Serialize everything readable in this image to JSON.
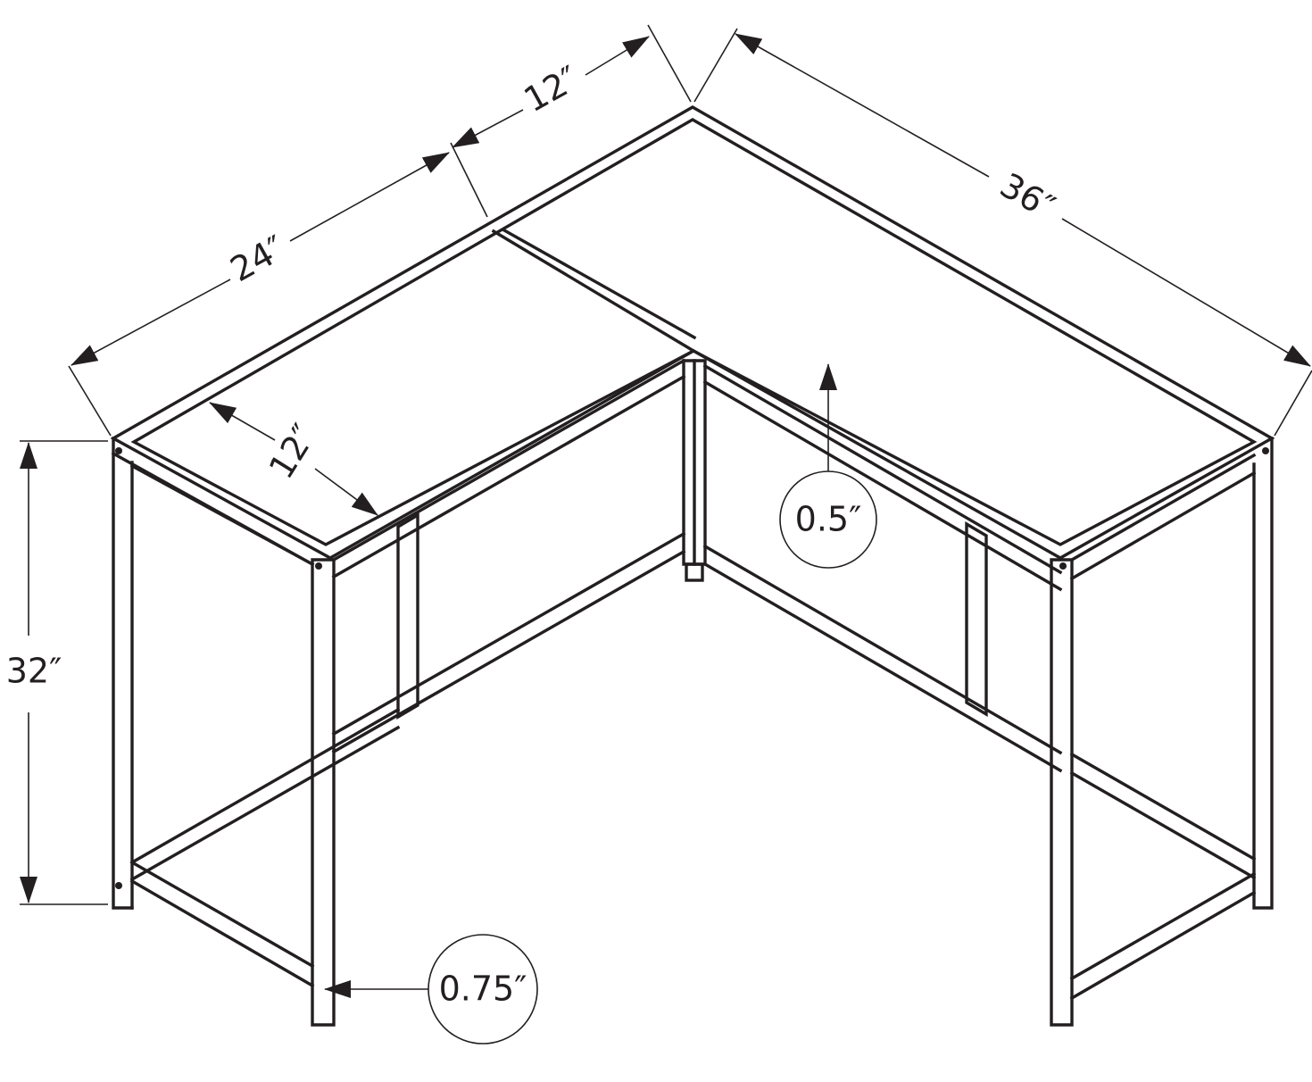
{
  "dimensions": {
    "top_left_segment": "24″",
    "top_middle_segment": "12″",
    "top_right_length": "36″",
    "inner_depth": "12″",
    "height": "32″",
    "top_thickness": "0.5″",
    "leg_thickness": "0.75″"
  },
  "colors": {
    "line": "#231f20",
    "background": "#ffffff"
  }
}
